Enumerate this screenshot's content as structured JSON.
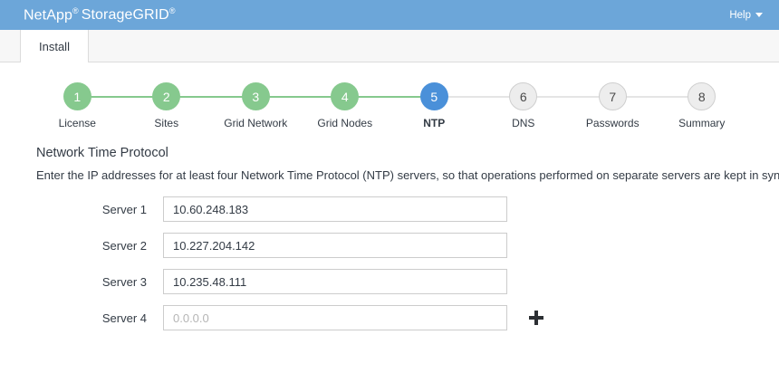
{
  "header": {
    "brand_netapp": "NetApp",
    "brand_reg1": "®",
    "brand_product": "StorageGRID",
    "brand_reg2": "®",
    "help_label": "Help",
    "bg_color": "#6ca6d9"
  },
  "tabs": [
    {
      "label": "Install",
      "active": true
    }
  ],
  "stepper": {
    "colors": {
      "done": "#86c98e",
      "active": "#4a90d9",
      "todo": "#ededed",
      "line_todo": "#e5e5e5"
    },
    "steps": [
      {
        "number": "1",
        "label": "License",
        "state": "done"
      },
      {
        "number": "2",
        "label": "Sites",
        "state": "done"
      },
      {
        "number": "3",
        "label": "Grid Network",
        "state": "done"
      },
      {
        "number": "4",
        "label": "Grid Nodes",
        "state": "done"
      },
      {
        "number": "5",
        "label": "NTP",
        "state": "active"
      },
      {
        "number": "6",
        "label": "DNS",
        "state": "todo"
      },
      {
        "number": "7",
        "label": "Passwords",
        "state": "todo"
      },
      {
        "number": "8",
        "label": "Summary",
        "state": "todo"
      }
    ]
  },
  "main": {
    "title": "Network Time Protocol",
    "description": "Enter the IP addresses for at least four Network Time Protocol (NTP) servers, so that operations performed on separate servers are kept in sync.",
    "servers": [
      {
        "label": "Server 1",
        "value": "10.60.248.183",
        "placeholder": "0.0.0.0"
      },
      {
        "label": "Server 2",
        "value": "10.227.204.142",
        "placeholder": "0.0.0.0"
      },
      {
        "label": "Server 3",
        "value": "10.235.48.111",
        "placeholder": "0.0.0.0"
      },
      {
        "label": "Server 4",
        "value": "",
        "placeholder": "0.0.0.0"
      }
    ],
    "add_icon": "plus-icon"
  }
}
